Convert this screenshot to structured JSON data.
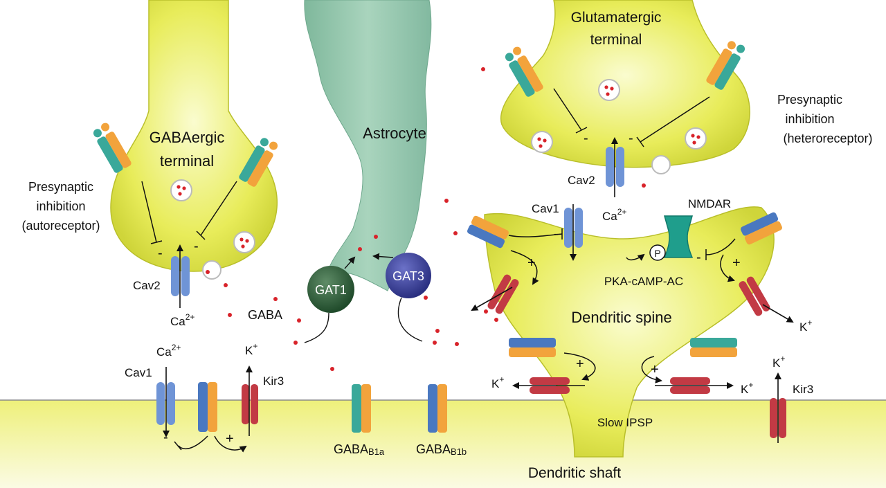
{
  "labels": {
    "gaba_terminal_1": "GABAergic",
    "gaba_terminal_2": "terminal",
    "glu_terminal_1": "Glutamatergic",
    "glu_terminal_2": "terminal",
    "astrocyte": "Astrocyte",
    "presyn_auto_1": "Presynaptic",
    "presyn_auto_2": "inhibition",
    "presyn_auto_3": "(autoreceptor)",
    "presyn_hetero_1": "Presynaptic",
    "presyn_hetero_2": "inhibition",
    "presyn_hetero_3": "(heteroreceptor)",
    "gat1": "GAT1",
    "gat3": "GAT3",
    "gaba": "GABA",
    "cav2_left": "Cav2",
    "cav2_right": "Cav2",
    "cav1_left": "Cav1",
    "cav1_spine": "Cav1",
    "ca_base": "Ca",
    "ca_sup": "2+",
    "k_base": "K",
    "k_sup": "+",
    "kir3": "Kir3",
    "nmdar": "NMDAR",
    "pka": "PKA-cAMP-AC",
    "phospho": "P",
    "dendritic_spine": "Dendritic spine",
    "slow_ipsp": "Slow IPSP",
    "dendritic_shaft": "Dendritic shaft",
    "gaba_b1a_main": "GABA",
    "gaba_b1a_sub": "B1a",
    "gaba_b1b_main": "GABA",
    "gaba_b1b_sub": "B1b",
    "plus": "+",
    "minus": "-"
  },
  "colors": {
    "terminal_fill": "#e8ec5a",
    "astrocyte_fill": "#8fc2a8",
    "receptor_teal": "#3aa89a",
    "receptor_orange": "#f2a33c",
    "receptor_blue": "#4a78c0",
    "cav_blue": "#6f94d6",
    "kir_red": "#c23a44",
    "nmdar_teal": "#1f9e8c",
    "gat1_green": "#2f5e3a",
    "gat3_blue": "#3a3f95",
    "dot_red": "#d8232a"
  }
}
